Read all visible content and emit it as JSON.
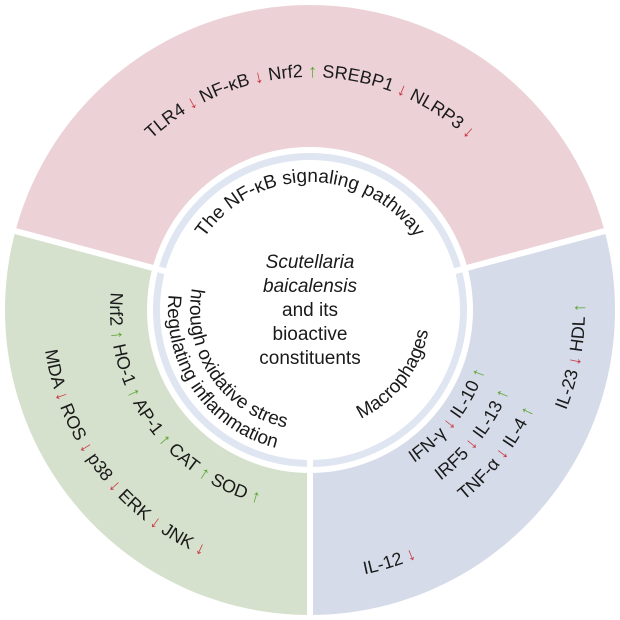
{
  "center": {
    "lines": [
      "Scutellaria",
      "baicalensis",
      "and its",
      "bioactive",
      "constituents"
    ]
  },
  "sections": [
    {
      "name": "nf-kb",
      "inner_label": "The NF-κB signaling pathway",
      "color_outer": "#ecd2d6",
      "color_inner": "#dfe6f1",
      "rows": [
        [
          {
            "text": "TLR4",
            "dir": "down"
          },
          {
            "text": "NF-κB",
            "dir": "down"
          },
          {
            "text": "Nrf2",
            "dir": "up"
          },
          {
            "text": "SREBP1",
            "dir": "down"
          },
          {
            "text": "NLRP3",
            "dir": "down"
          }
        ]
      ]
    },
    {
      "name": "macrophages",
      "inner_label": "Macrophages",
      "color_outer": "#d5dbe9",
      "color_inner": "#dfe6f1",
      "rows": [
        [
          {
            "text": "IL-23",
            "dir": "down"
          },
          {
            "text": "HDL",
            "dir": "up"
          }
        ],
        [
          {
            "text": "TNF-α",
            "dir": "down"
          },
          {
            "text": "IL-4",
            "dir": "up"
          }
        ],
        [
          {
            "text": "IRF5",
            "dir": "down"
          },
          {
            "text": "IL-13",
            "dir": "up"
          }
        ],
        [
          {
            "text": "IFN-γ",
            "dir": "down"
          },
          {
            "text": "IL-10",
            "dir": "up"
          }
        ],
        [
          {
            "text": "IL-12",
            "dir": "down"
          }
        ]
      ]
    },
    {
      "name": "oxidative",
      "inner_label_lines": [
        "Regulating inflammation",
        "through oxidative stress"
      ],
      "color_outer": "#d5e1cd",
      "color_inner": "#dfe6f1",
      "rows": [
        [
          {
            "text": "Nrf2",
            "dir": "up"
          },
          {
            "text": "HO-1",
            "dir": "up"
          },
          {
            "text": "AP-1",
            "dir": "up"
          },
          {
            "text": "CAT",
            "dir": "up"
          },
          {
            "text": "SOD",
            "dir": "up"
          }
        ],
        [
          {
            "text": "MDA",
            "dir": "down"
          },
          {
            "text": "ROS",
            "dir": "down"
          },
          {
            "text": "p38",
            "dir": "down"
          },
          {
            "text": "ERK",
            "dir": "down"
          },
          {
            "text": "JNK",
            "dir": "down"
          }
        ]
      ]
    }
  ],
  "arrows": {
    "up": "↑",
    "down": "↓"
  },
  "colors": {
    "up": "#5aa632",
    "down": "#c8373f",
    "divider": "#ffffff",
    "center": "#ffffff"
  }
}
